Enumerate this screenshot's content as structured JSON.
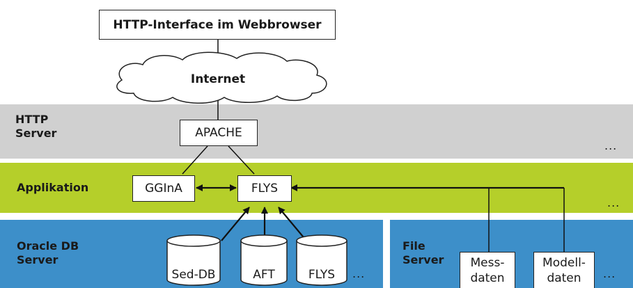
{
  "browser": {
    "label": "HTTP-Interface im Webbrowser"
  },
  "cloud": {
    "label": "Internet"
  },
  "http_server": {
    "label": "HTTP\nServer",
    "apache": "APACHE",
    "more": "..."
  },
  "application": {
    "label": "Applikation",
    "gginfa": "GGInA",
    "flys": "FLYS",
    "more": "..."
  },
  "oracle": {
    "label": "Oracle DB\nServer",
    "databases": [
      "Sed-DB",
      "AFT",
      "FLYS"
    ],
    "more": "..."
  },
  "file_server": {
    "label": "File\nServer",
    "files": [
      "Mess-\ndaten",
      "Modell-\ndaten"
    ],
    "more": "..."
  },
  "colors": {
    "http_band": "#d0d0d0",
    "app_band": "#b5cf2a",
    "db_band": "#3d8fc9",
    "file_band": "#3d8fc9"
  }
}
